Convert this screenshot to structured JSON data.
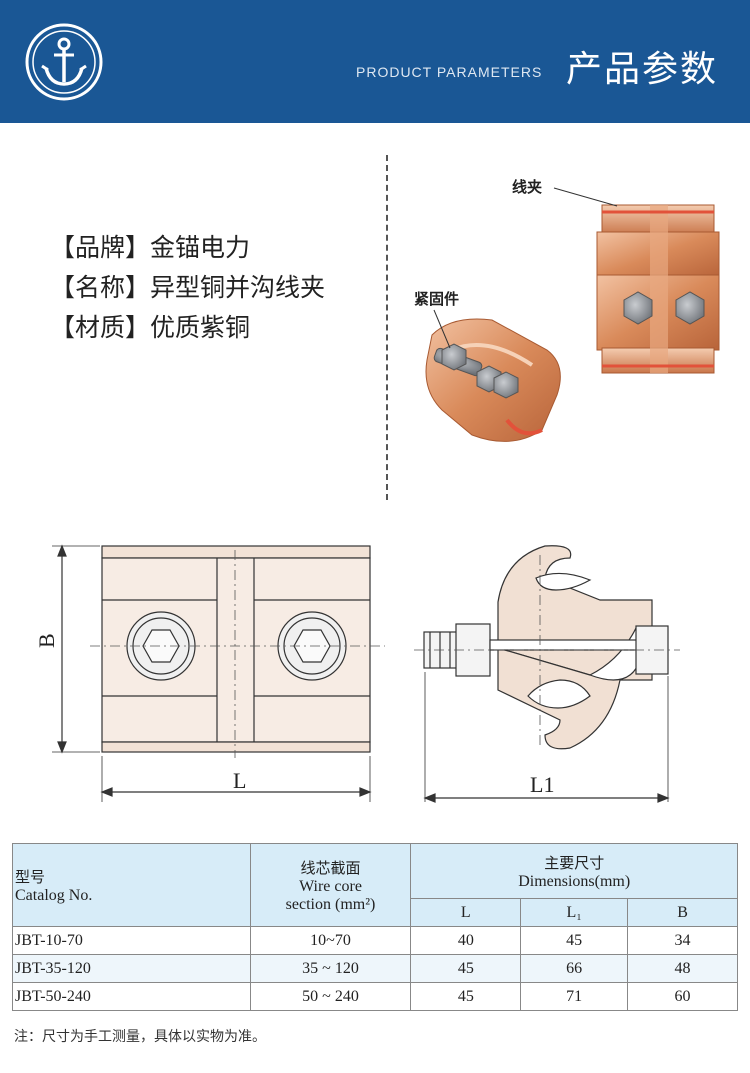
{
  "banner": {
    "title_en": "PRODUCT PARAMETERS",
    "title_zh": "产品参数"
  },
  "info": [
    "【品牌】金锚电力",
    "【名称】异型铜并沟线夹",
    "【材质】优质紫铜"
  ],
  "photo": {
    "callout_clamp": "线夹",
    "callout_fastener": "紧固件"
  },
  "drawing": {
    "label_B": "B",
    "label_L": "L",
    "label_L1": "L1"
  },
  "table": {
    "col_model_zh": "型号",
    "col_model_en": "Catalog No.",
    "col_section_zh": "线芯截面",
    "col_section_en_1": "Wire core",
    "col_section_en_2": "section (mm²)",
    "col_dims_zh": "主要尺寸",
    "col_dims_en": "Dimensions(mm)",
    "sub_L": "L",
    "sub_L1": "L₁",
    "sub_B": "B",
    "rows": [
      {
        "model": "JBT-10-70",
        "section": "10~70",
        "L": "40",
        "L1": "45",
        "B": "34"
      },
      {
        "model": "JBT-35-120",
        "section": "35 ~ 120",
        "L": "45",
        "L1": "66",
        "B": "48"
      },
      {
        "model": "JBT-50-240",
        "section": "50 ~ 240",
        "L": "45",
        "L1": "71",
        "B": "60"
      }
    ]
  },
  "note": "注：尺寸为手工测量，具体以实物为准。",
  "colors": {
    "banner": "#1a5795",
    "copper": "#d98a5a",
    "table_header": "#d7ecf8"
  }
}
